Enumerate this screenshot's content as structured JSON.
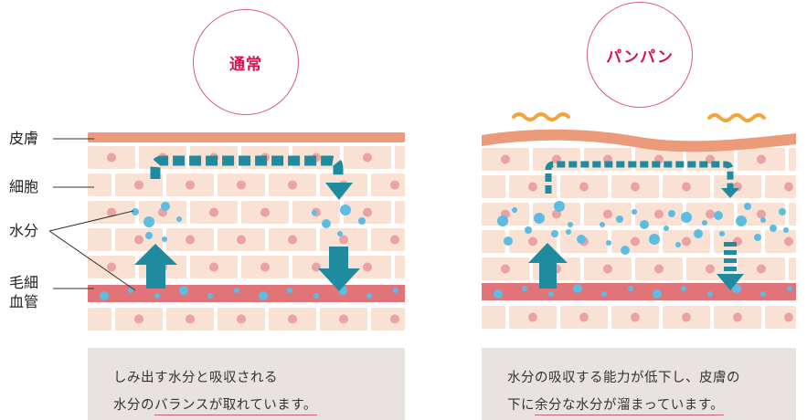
{
  "titles": {
    "normal": "通常",
    "puffy": "パンパン"
  },
  "labels": {
    "skin": "皮膚",
    "cells": "細胞",
    "water": "水分",
    "capillary_1": "毛細",
    "capillary_2": "血管"
  },
  "captions": {
    "normal": {
      "line1": "しみ出す水分と吸収される",
      "line2_pre": "水分の",
      "line2_ul": "バランスが取れています。"
    },
    "puffy": {
      "line1": "水分の吸収する能力が低下し、皮膚の",
      "line2_pre": "下に",
      "line2_ul": "余分な水分が溜まっています。"
    }
  },
  "colors": {
    "skin": "#eb9b79",
    "cell": "#f9e2d4",
    "nucleus": "#eaa2a2",
    "vessel": "#e07478",
    "arrow": "#1f8b9f",
    "drop": "#5cbde3",
    "wave": "#f2a53a",
    "accent": "#d8124f",
    "caption_bg": "#e8e3e1"
  }
}
